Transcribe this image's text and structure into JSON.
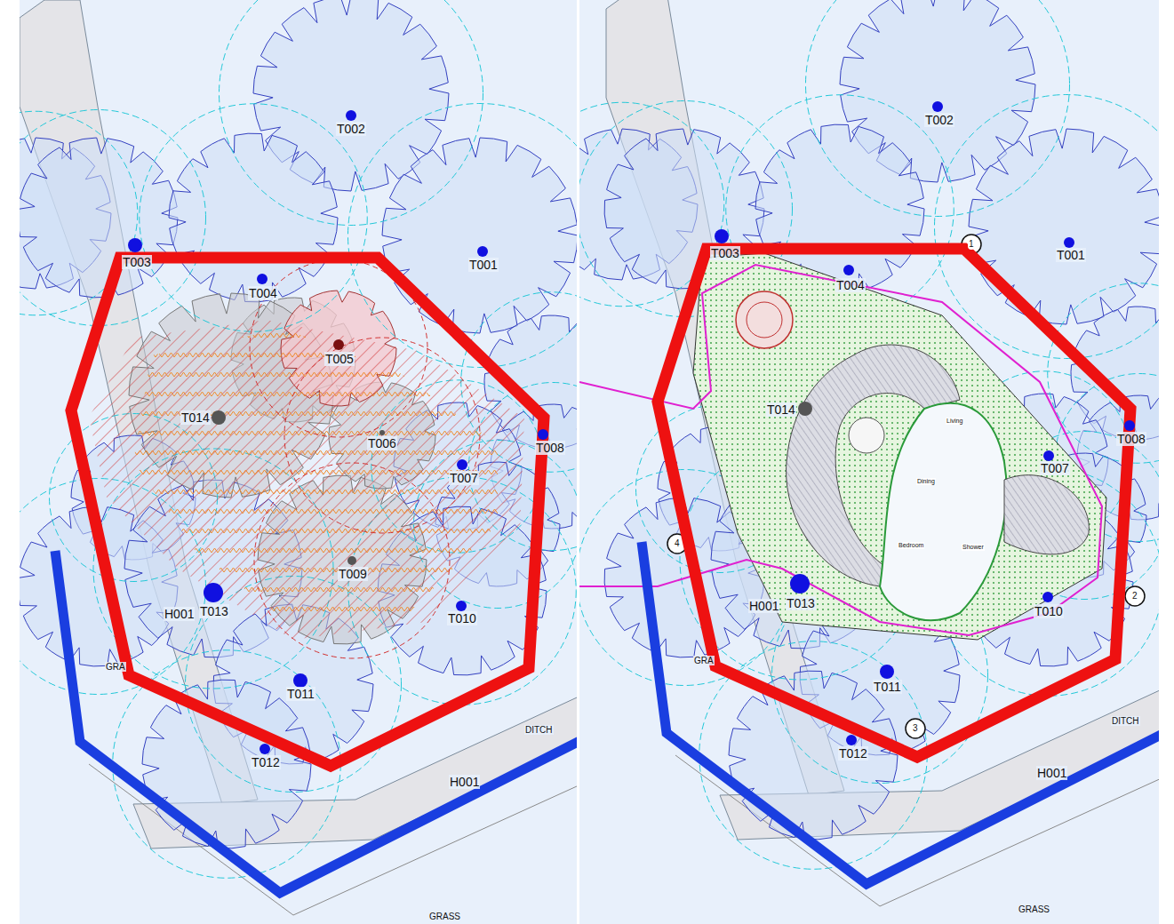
{
  "diagram": {
    "labels": [
      "T002",
      "T003",
      "T004",
      "T001",
      "T005",
      "T014",
      "T006",
      "T008",
      "T007",
      "T009",
      "H001",
      "T013",
      "T010",
      "T011",
      "T012",
      "GRA",
      "DITCH",
      "H001",
      "GRASS",
      "T002",
      "T003",
      "T004",
      "T001",
      "T014",
      "T008",
      "T007",
      "H001",
      "T013",
      "T010",
      "T011",
      "T012",
      "GRA",
      "DITCH",
      "H001",
      "GRASS",
      "1",
      "2",
      "3",
      "4",
      "Living",
      "Dining",
      "Bedroom",
      "Shower"
    ]
  }
}
